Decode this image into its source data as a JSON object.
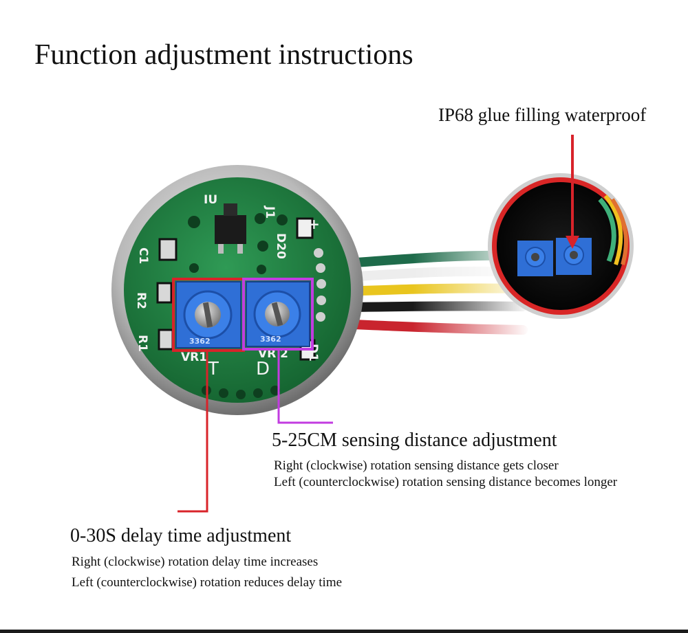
{
  "title": "Function adjustment instructions",
  "waterproof_callout": "IP68 glue filling waterproof",
  "sensing": {
    "heading": "5-25CM sensing distance adjustment",
    "lines": [
      "Right (clockwise) rotation sensing distance gets closer",
      "Left (counterclockwise) rotation sensing distance becomes longer"
    ]
  },
  "delay": {
    "heading": "0-30S delay time adjustment",
    "lines": [
      "Right (clockwise) rotation delay time increases",
      "Left (counterclockwise) rotation reduces delay time"
    ]
  },
  "pcb_labels": {
    "u": "IU",
    "j1": "J1",
    "c1": "C1",
    "r2": "R2",
    "r1": "R1",
    "d20": "D20",
    "d1": "D1",
    "vr1": "VR1",
    "vr2": "VR 2",
    "t": "T",
    "d": "D",
    "plus": "+",
    "pot_code": "3362"
  },
  "colors": {
    "pcb_green": "#1f7a3e",
    "delay_marker": "#d8232a",
    "sensing_marker": "#c23ce0",
    "pot_blue": "#2f6fd6"
  }
}
